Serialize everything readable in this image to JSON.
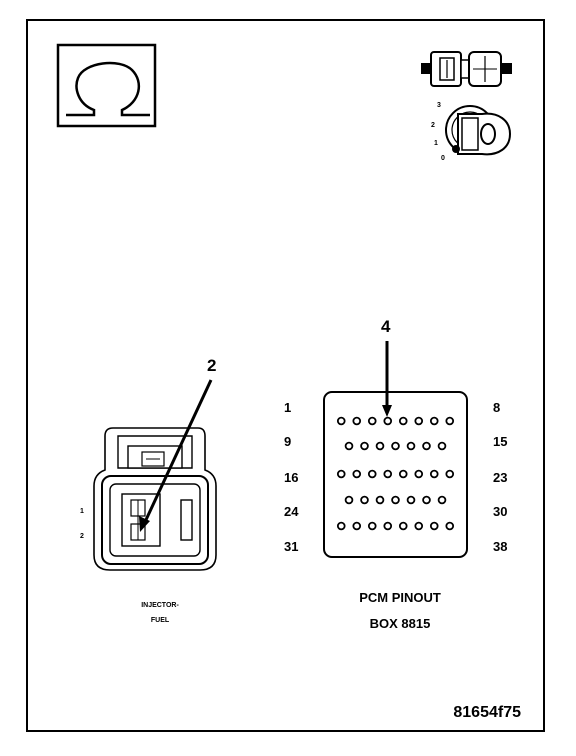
{
  "symbols": {
    "ohm_icon": "ohm-symbol-icon",
    "ohm_glyph": "Ω",
    "test_lead_icon": "connector-test-lead-icon",
    "ignition_key_icon": "ignition-key-icon"
  },
  "ignition_positions": [
    "3",
    "2",
    "1",
    "0"
  ],
  "callouts": {
    "injector": "2",
    "pcm": "4"
  },
  "injector": {
    "pin_labels": [
      "1",
      "2"
    ],
    "caption_line1": "INJECTOR-",
    "caption_line2": "FUEL"
  },
  "pcm": {
    "left_labels": [
      "1",
      "9",
      "16",
      "24",
      "31"
    ],
    "right_labels": [
      "8",
      "15",
      "23",
      "30",
      "38"
    ],
    "row_pin_counts": [
      8,
      7,
      8,
      7,
      8
    ],
    "caption_line1": "PCM PINOUT",
    "caption_line2": "BOX 8815"
  },
  "figure_code": "81654f75"
}
